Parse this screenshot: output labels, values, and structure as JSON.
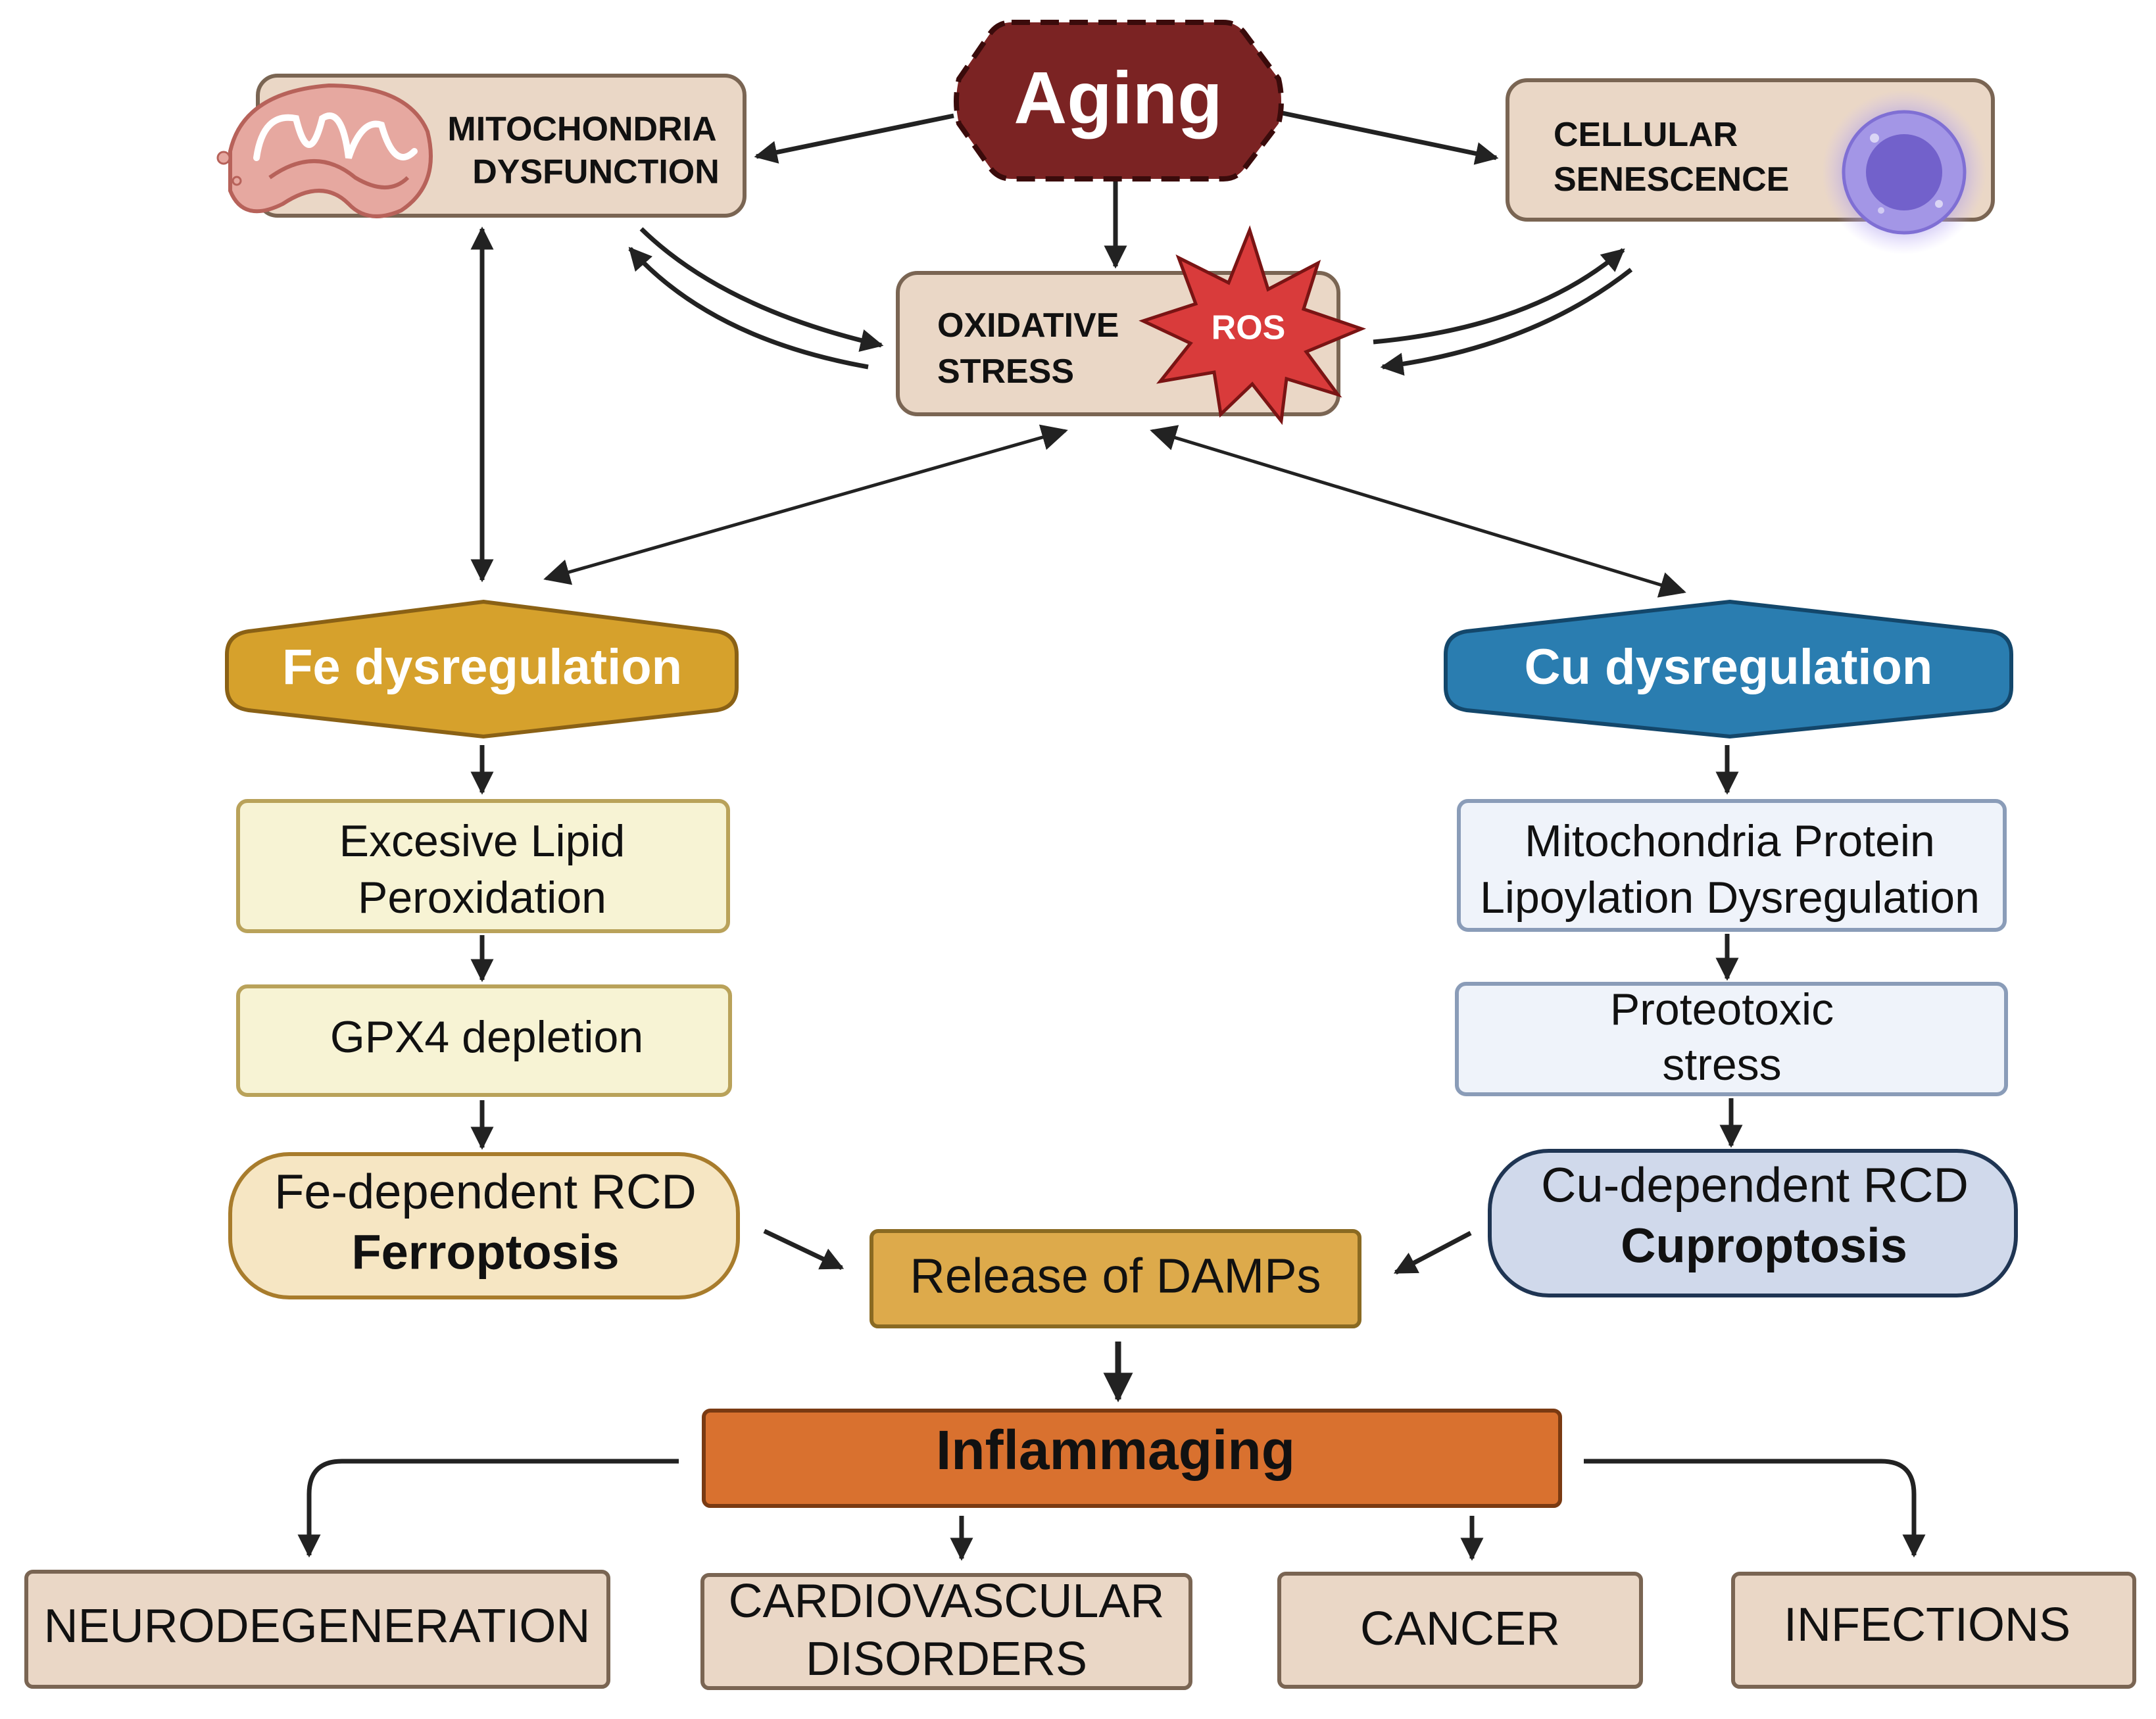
{
  "nodes": {
    "aging": "Aging",
    "mito": [
      "MITOCHONDRIA",
      "DYSFUNCTION"
    ],
    "senescence": [
      "CELLULAR",
      "SENESCENCE"
    ],
    "oxidative": [
      "OXIDATIVE",
      "STRESS"
    ],
    "ros": "ROS",
    "fe": "Fe dysregulation",
    "cu": "Cu dysregulation",
    "lipid": [
      "Excesive Lipid",
      "Peroxidation"
    ],
    "gpx4": "GPX4 depletion",
    "fe_rcd": [
      "Fe-dependent RCD",
      "Ferroptosis"
    ],
    "lipoylation": [
      "Mitochondria Protein",
      "Lipoylation Dysregulation"
    ],
    "proteotoxic": [
      "Proteotoxic",
      "stress"
    ],
    "cu_rcd": [
      "Cu-dependent RCD",
      "Cuproptosis"
    ],
    "damps": "Release of DAMPs",
    "inflammaging": "Inflammaging",
    "outcomes": {
      "neuro": "NEURODEGENERATION",
      "cardio": [
        "CARDIOVASCULAR",
        "DISORDERS"
      ],
      "cancer": "CANCER",
      "infections": "INFECTIONS"
    }
  },
  "colors": {
    "aging_fill": "#7b2323",
    "aging_border": "#4a0f0f",
    "box_fill": "#ead7c6",
    "box_border": "#7a6553",
    "fe_fill": "#d6a12c",
    "fe_border": "#8a6115",
    "cu_fill": "#2a7db0",
    "cu_border": "#13476b",
    "fe_step_fill": "#f7f3d4",
    "fe_step_border": "#b9a25a",
    "cu_step_fill": "#eff3fa",
    "cu_step_border": "#8a9cb8",
    "fe_rcd_fill": "#f6e6c3",
    "fe_rcd_border": "#a87c2c",
    "cu_rcd_fill": "#d0d9eb",
    "cu_rcd_border": "#1f3553",
    "damps_fill": "#ddaa4b",
    "damps_border": "#8a6a22",
    "inflammaging_fill": "#d9712f",
    "inflammaging_border": "#7a3a12",
    "ros_fill": "#d93b3b",
    "mito_icon": "#e6a8a0",
    "cell_icon": "#8c7fd6",
    "arrow": "#222222"
  },
  "icons": [
    "mitochondria-icon",
    "senescent-cell-icon",
    "ros-burst-icon"
  ]
}
